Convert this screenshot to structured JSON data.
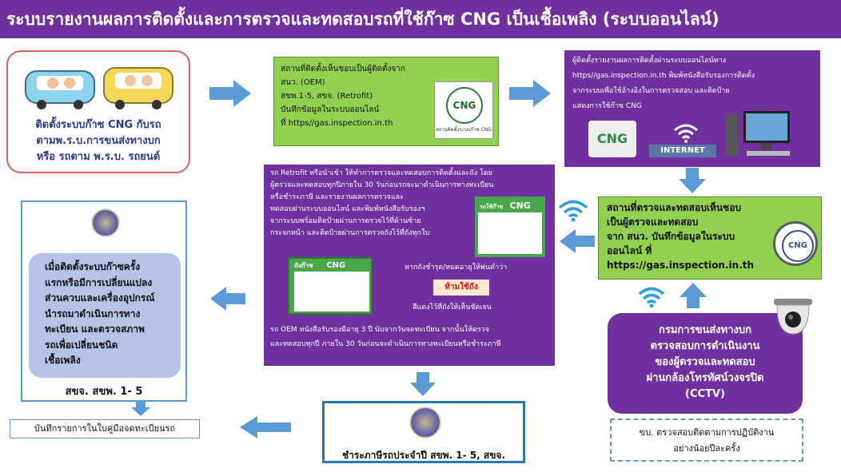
{
  "title": "ระบบรายงานผลการติดตั้งและการตรวจและทดสอบรถที่ใช้ก๊าซ CNG เป็นเชื้อเพลิง (ระบบออนไลน์)",
  "step1": {
    "line1": "ติดตั้งระบบก๊าซ CNG กับรถ",
    "line2": "ตามพ.ร.บ.การขนส่งทางบก",
    "line3": "หรือ รถตาม พ.ร.บ. รถยนต์"
  },
  "step2": {
    "line1": "สถานที่ติดตั้งเห็นชอบเป็นผู้ติดตั้งจาก",
    "line2": "สนว. (OEM)",
    "line3": "สขพ.1-5, สขจ. (Retrofit)",
    "line4": "บันทึกข้อมูลในระบบออนไลน์",
    "line5": "ที่ https//gas.inspection.in.th",
    "badge_text": "CNG",
    "badge_caption": "สถานติดตั้งระบบก๊าซ CNG"
  },
  "step3": {
    "line1": "ผู้ติดตั้งรายงานผลการติดตั้งผ่านระบบออนไลน์ทาง",
    "line2": "https//gas.inspection.in.th  พิมพ์หนังสือรับรองการติดตั้ง",
    "line3": "จากระบบเพื่อใช้อ้างอิงในการตรวจสอบ  และติดป้าย",
    "line4": "แสดงการใช้ก๊าซ CNG",
    "cng_logo": "CNG",
    "internet_label": "INTERNET"
  },
  "step4": {
    "line1": "สถานที่ตรวจและทดสอบเห็นชอบ",
    "line2": "เป็นผู้ตรวจและทดสอบ",
    "line3": "จาก สนว. บันทึกข้อมูลในระบบ",
    "line4": "ออนไลน์ ที่",
    "line5": "https://gas.inspection.in.th",
    "badge_text": "CNG"
  },
  "center": {
    "p1_l1": "รถ Retrofit หรือนำเข้า ให้ทำการตรวจและทดสอบการติดตั้งและถัง โดย",
    "p1_l2": "ผู้ตรวจและทดสอบทุกปีภายใน 30 วันก่อนรถจะมาดำเนินการทางทะเบียน",
    "p1_l3": "หรือชำระภาษี และรายงานผลการตรวจและ",
    "p1_l4": "ทดสอบผ่านระบบออนไลน์ และพิมพ์หนังสือรับรองฯ",
    "p1_l5": "จากระบบพร้อมติดป้ายผ่านการตรวจไว้ที่ด้านซ้าย",
    "p1_l6": "กระจกหน้า และติดป้ายผ่านการตรวจถังไว้ที่ถังทุกใบ",
    "cert_left_title": "ถังก๊าซ",
    "cert_left_cng": "CNG",
    "cert_right_title": "รถใช้ก๊าซ",
    "cert_right_cng": "CNG",
    "expire_note": "หากถังชำรุด/หมดอายุให้พ่นคำว่า",
    "red_label": "ห้ามใช้ถัง",
    "red_note": "สีแดงไว้ที่ถังให้เห็นชัดเจน",
    "p2_l1": "รถ OEM หนังสือรับรองมีอายุ 3 ปี  นับจากวันจดทะเบียน จากนั้นให้ตรวจ",
    "p2_l2": "และทดสอบทุกปี ภายใน 30 วันก่อนจะดำเนินการทางทะเบียนหรือชำระภาษี"
  },
  "cctv": {
    "line1": "กรมการขนส่งทางบก",
    "line2": "ตรวจสอบการดำเนินงาน",
    "line3": "ของผู้ตรวจและทดสอบ",
    "line4": "ผ่านกล้องโทรทัศน์วงจรปิด",
    "line5": "(CCTV)"
  },
  "follow_up": {
    "line1": "ขบ. ตรวจสอบติดตามการปฏิบัติงาน",
    "line2": "อย่างน้อยปีละครั้ง"
  },
  "left_panel": {
    "line1": "เมื่อติดตั้งระบบก๊าซครั้ง",
    "line2": "แรกหรือมีการเปลี่ยนแปลง",
    "line3": "ส่วนควบและเครื่องอุปกรณ์",
    "line4": "นำรถมาดำเนินการทาง",
    "line5": "ทะเบียน และตรวจสภาพ",
    "line6": "รถเพื่อเปลี่ยนชนิด",
    "line7": "เชื้อเพลิง",
    "footer": "สขจ.  สขพ. 1- 5"
  },
  "record_box": "บันทึกรายการในใบคู่มือจดทะเบียนรถ",
  "tax_box": "ชำระภาษีรถประจำปี สขพ. 1- 5, สขจ."
}
